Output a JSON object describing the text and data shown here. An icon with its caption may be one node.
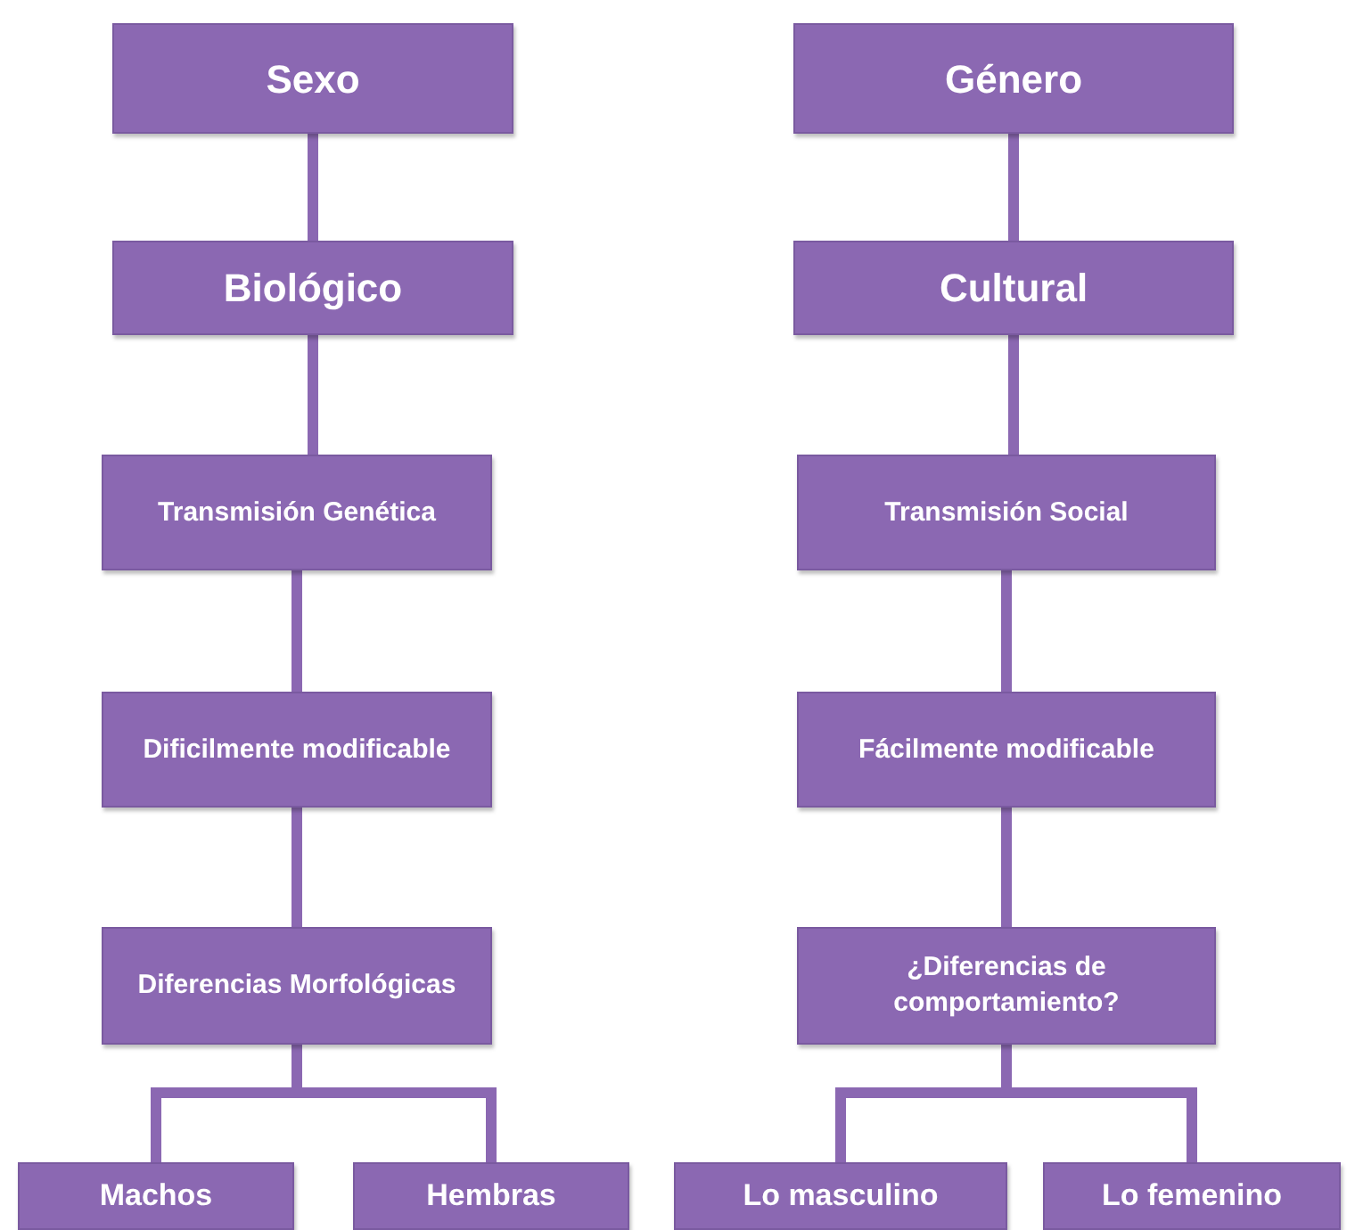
{
  "diagram": {
    "nodes": [
      {
        "text": [
          "Sexo"
        ]
      },
      {
        "text": [
          "Biológico"
        ]
      },
      {
        "text": [
          "Transmisión Genética"
        ]
      },
      {
        "text": [
          "Dificilmente modificable"
        ]
      },
      {
        "text": [
          "Diferencias Morfológicas"
        ]
      },
      {
        "text": [
          "Machos"
        ]
      },
      {
        "text": [
          "Hembras"
        ]
      },
      {
        "text": [
          "Género"
        ]
      },
      {
        "text": [
          "Cultural"
        ]
      },
      {
        "text": [
          "Transmisión Social"
        ]
      },
      {
        "text": [
          "Fácilmente modificable"
        ]
      },
      {
        "text": [
          "¿Diferencias de comportamiento?"
        ]
      },
      {
        "text": [
          "Lo masculino"
        ]
      },
      {
        "text": [
          "Lo femenino"
        ]
      }
    ],
    "edges": [
      {
        "from": 0,
        "to": 1,
        "arrow": "none"
      },
      {
        "from": 1,
        "to": 2,
        "arrow": "none"
      },
      {
        "from": 2,
        "to": 3,
        "arrow": "none"
      },
      {
        "from": 3,
        "to": 4,
        "arrow": "none"
      },
      {
        "from": 4,
        "to": 5,
        "arrow": "none"
      },
      {
        "from": 4,
        "to": 6,
        "arrow": "none"
      },
      {
        "from": 7,
        "to": 8,
        "arrow": "none"
      },
      {
        "from": 8,
        "to": 9,
        "arrow": "none"
      },
      {
        "from": 9,
        "to": 10,
        "arrow": "none"
      },
      {
        "from": 10,
        "to": 11,
        "arrow": "none"
      },
      {
        "from": 11,
        "to": 12,
        "arrow": "none"
      },
      {
        "from": 11,
        "to": 13,
        "arrow": "none"
      }
    ]
  }
}
